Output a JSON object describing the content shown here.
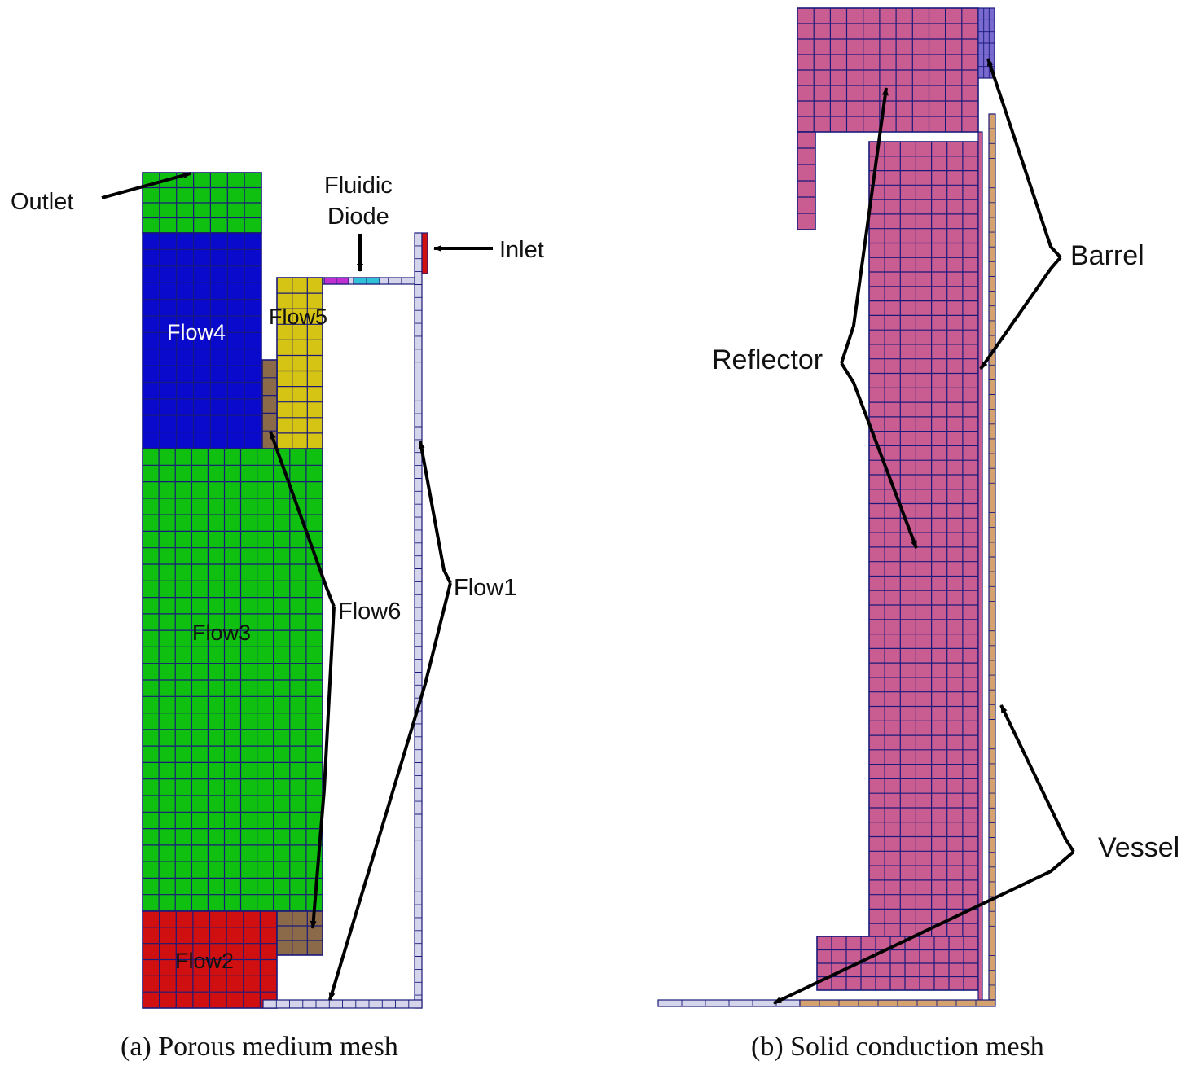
{
  "labels": {
    "outlet": "Outlet",
    "fluidic_diode_1": "Fluidic",
    "fluidic_diode_2": "Diode",
    "inlet": "Inlet",
    "flow1": "Flow1",
    "flow2": "Flow2",
    "flow3": "Flow3",
    "flow4": "Flow4",
    "flow5": "Flow5",
    "flow6": "Flow6",
    "reflector": "Reflector",
    "barrel": "Barrel",
    "vessel": "Vessel"
  },
  "captions": {
    "a": "(a) Porous medium mesh",
    "b": "(b) Solid conduction mesh"
  },
  "colors": {
    "green": "#10c010",
    "blue": "#0a0acc",
    "red": "#d01010",
    "yellow": "#d6c414",
    "brown": "#8b6a4a",
    "pink": "#c95d92",
    "tan": "#d4a26e",
    "grid": "#1a1a7a",
    "pale": "#d4d4ea"
  }
}
